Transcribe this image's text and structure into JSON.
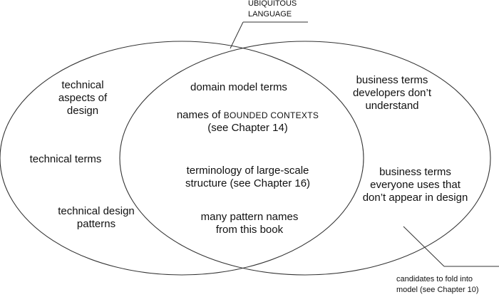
{
  "callouts": {
    "ubiquitous_language": "UBIQUITOUS\nLANGUAGE",
    "candidates": "candidates to fold into\nmodel (see Chapter 10)"
  },
  "left_only": {
    "technical_aspects": "technical\naspects of\ndesign",
    "technical_terms": "technical terms",
    "technical_patterns": "technical design\npatterns"
  },
  "overlap": {
    "domain_model_terms": "domain model terms",
    "bounded_contexts_prefix": "names of ",
    "bounded_contexts_term": "BOUNDED CONTEXTS",
    "bounded_contexts_ref": "(see Chapter 14)",
    "large_scale": "terminology of large-scale\nstructure (see Chapter 16)",
    "pattern_names": "many pattern names\nfrom this book"
  },
  "right_only": {
    "business_not_understood": "business terms\ndevelopers don’t\nunderstand",
    "business_not_in_design": "business terms\neveryone uses that\ndon’t appear in design"
  }
}
